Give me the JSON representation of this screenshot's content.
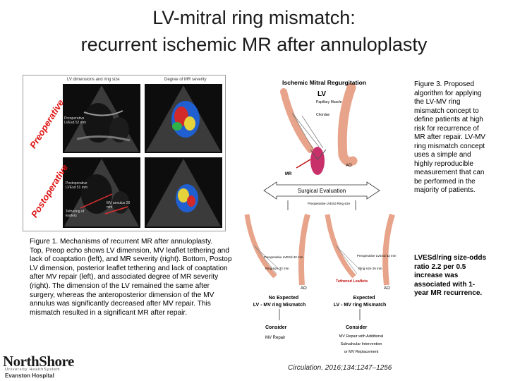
{
  "title": {
    "line1": "LV-mitral ring mismatch:",
    "line2": "recurrent ischemic MR after annuloplasty"
  },
  "echo_figure": {
    "header_left": "LV dimensions and ring size",
    "header_right": "Degree of MR severity",
    "stage_top": "Preoperative",
    "stage_bottom": "Postoperative",
    "annot_top": "Preoperative LVEsd 52 mm",
    "annot_bottom_a": "Postoperative LVEsd 51 mm",
    "annot_bottom_b": "Tethering of leaflets",
    "annot_bottom_c": "MV annulus 26 mm"
  },
  "fig1_caption": {
    "line1": "Figure 1. Mechanisms of recurrent MR after annuloplasty.",
    "line2": "Top, Preop echo shows LV dimension, MV leaflet tethering and lack of coaptation (left), and MR severity (right). Bottom, Postop LV dimension, posterior leaflet tethering and lack of coaptation after MV repair (left), and associated degree of MR severity (right). The dimension of the LV remained the same after surgery, whereas the anteroposterior dimension of the MV annulus was significantly decreased after MV repair. This mismatch resulted in a significant MR after repair."
  },
  "logo": {
    "name": "NorthShore",
    "sub": "University HealthSystem",
    "place": "Evanston Hospital"
  },
  "algorithm": {
    "title": "Ischemic Mitral Regurgitation",
    "lv": "LV",
    "papillary": "Papillary Muscle",
    "chordae": "Chordae",
    "ao": "AO",
    "mr": "MR",
    "surgical": "Surgical Evaluation",
    "preop_ring": "Preoperative LVESd Ring size",
    "left_ring_a": "Preoperative LVESd 42 mm",
    "left_ring_b": "Ring size 32 mm",
    "right_ring_a": "Preoperative LVESd 52 mm",
    "right_ring_b": "Ring size 26 mm",
    "tethered": "Tethered Leaflets",
    "ao_left": "AO",
    "ao_right": "AO",
    "left_result_a": "No Expected",
    "left_result_b": "LV - MV ring Mismatch",
    "right_result_a": "Expected",
    "right_result_b": "LV - MV ring Mismatch",
    "consider_left": "Consider",
    "consider_right": "Consider",
    "left_action": "MV Repair",
    "right_action_1": "MV Repair with Additional",
    "right_action_2": "Subvalvular Intervention",
    "right_action_3": "or MV Replacement"
  },
  "citation": "Circulation. 2016;134:1247–1256",
  "fig3_caption": "Figure 3. Proposed algorithm for applying the LV-MV ring mismatch concept to define patients at high risk for recurrence of MR after repair. LV-MV ring mismatch concept uses a simple and highly reproducible measurement that can be performed in the majority of patients.",
  "fig3_bold": "LVESd/ring size-odds ratio 2.2 per 0.5 increase was associated with 1-year MR recurrence.",
  "colors": {
    "stage_red": "#d11111",
    "vessel": "#e8a48a",
    "mr_jet": "#c8306a",
    "arrow_red": "#c01010"
  }
}
